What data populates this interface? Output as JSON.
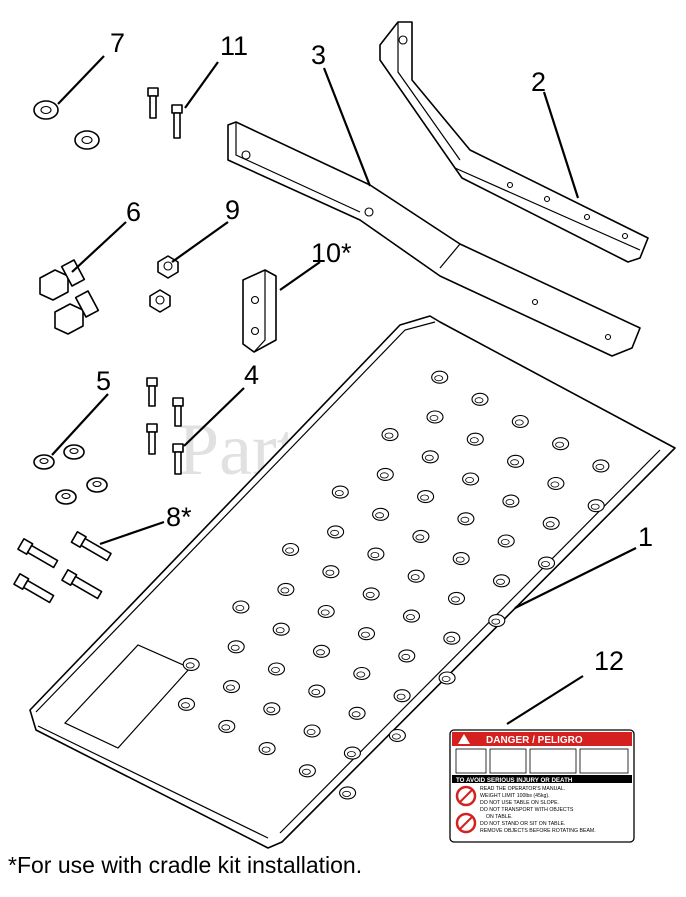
{
  "callouts": {
    "c1": "1",
    "c2": "2",
    "c3": "3",
    "c4": "4",
    "c5": "5",
    "c6": "6",
    "c7": "7",
    "c8": "8*",
    "c9": "9",
    "c10": "10*",
    "c11": "11",
    "c12": "12"
  },
  "watermark": "PartsTree",
  "footnote": "*For use with cradle kit installation.",
  "decal": {
    "header": "DANGER / PELIGRO",
    "subheader": "TO AVOID SERIOUS INJURY OR DEATH",
    "lines": [
      "READ THE OPERATOR'S MANUAL.",
      "WEIGHT LIMIT 100lbs (45kg).",
      "DO NOT USE TABLE ON SLOPE.",
      "DO NOT TRANSPORT WITH OBJECTS",
      "ON TABLE.",
      "DO NOT STAND OR SIT ON TABLE.",
      "REMOVE OBJECTS BEFORE ROTATING BEAM."
    ],
    "header_color": "#d4201f"
  }
}
